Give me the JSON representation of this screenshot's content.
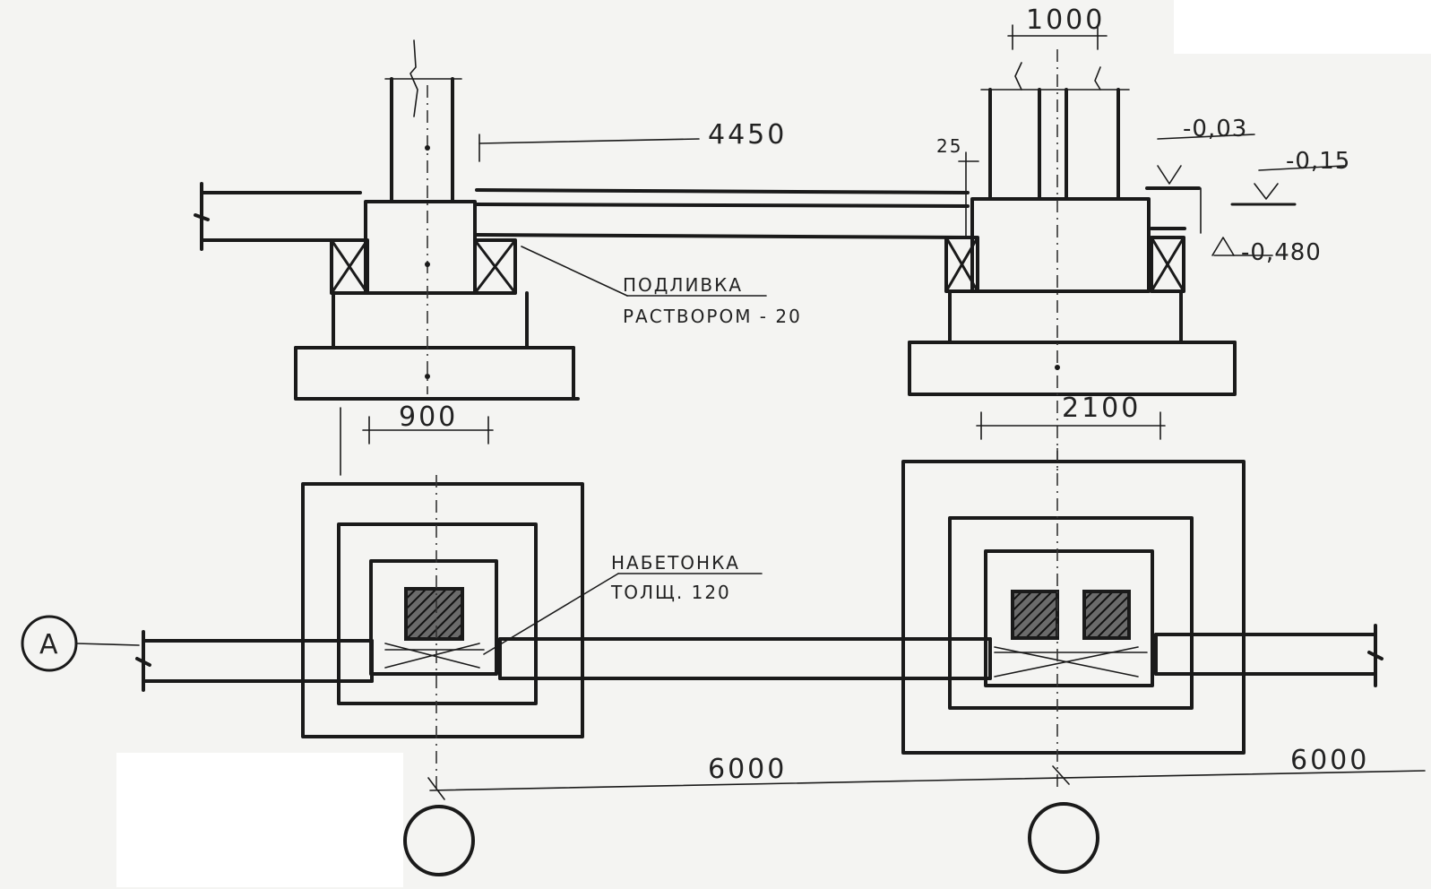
{
  "dimensions": {
    "top_column_width": "1000",
    "span_beam": "4450",
    "gap_25": "25",
    "base_left": "900",
    "base_right": "2100",
    "grid_span_1": "6000",
    "grid_span_2": "6000"
  },
  "levels": {
    "l1": "-0,03",
    "l2": "-0,15",
    "l3": "-0,480"
  },
  "notes": {
    "grout_line1": "ПОДЛИВКА",
    "grout_line2": "РАСТВОРОМ - 20",
    "concrete_line1": "НАБЕТОНКА",
    "concrete_line2": "ТОЛЩ. 120"
  },
  "grid_axis_label": "А",
  "colors": {
    "ink": "#1a1a1a",
    "paper": "#f4f4f2"
  }
}
